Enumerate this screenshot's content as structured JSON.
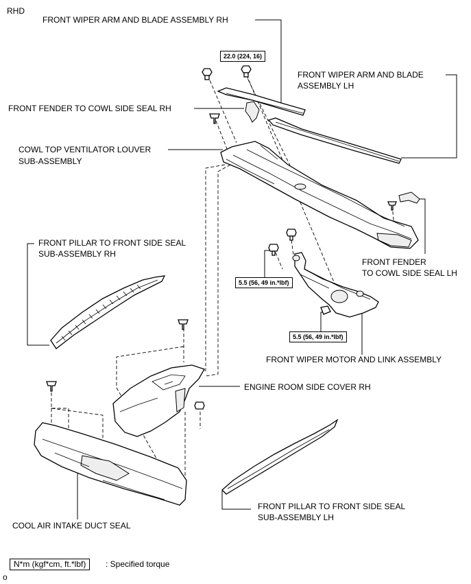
{
  "corner_label": "RHD",
  "labels": {
    "wiper_rh": "FRONT WIPER ARM AND BLADE ASSEMBLY RH",
    "wiper_lh_1": "FRONT WIPER ARM AND BLADE",
    "wiper_lh_2": "ASSEMBLY LH",
    "fender_seal_rh": "FRONT FENDER TO COWL SIDE SEAL RH",
    "louver_1": "COWL TOP VENTILATOR LOUVER",
    "louver_2": "SUB-ASSEMBLY",
    "pillar_rh_1": "FRONT PILLAR TO FRONT SIDE SEAL",
    "pillar_rh_2": "SUB-ASSEMBLY RH",
    "fender_seal_lh_1": "FRONT FENDER",
    "fender_seal_lh_2": "TO COWL SIDE SEAL LH",
    "motor_link": "FRONT WIPER MOTOR AND LINK ASSEMBLY",
    "engine_cover": "ENGINE ROOM SIDE COVER RH",
    "pillar_lh_1": "FRONT PILLAR TO FRONT SIDE SEAL",
    "pillar_lh_2": "SUB-ASSEMBLY LH",
    "duct_seal": "COOL AIR INTAKE DUCT SEAL"
  },
  "torques": {
    "wiper_nut": "22.0 (224, 16)",
    "motor_bolt_upper": "5.5 (56, 49 in.*lbf)",
    "motor_bolt_lower": "5.5 (56, 49 in.*lbf)"
  },
  "legend": {
    "unit": "N*m (kgf*cm, ft.*lbf)",
    "text": ": Specified torque"
  },
  "footer": "o"
}
